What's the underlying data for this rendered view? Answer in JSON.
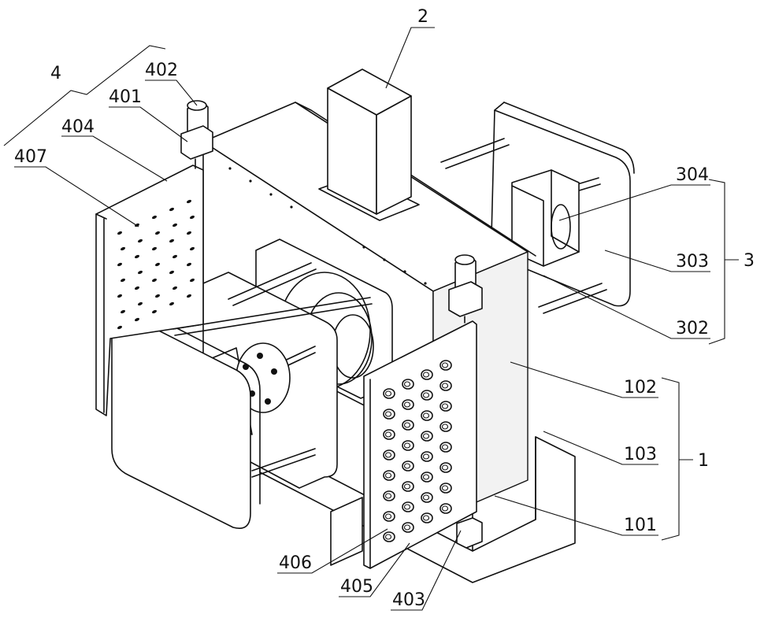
{
  "labels": {
    "l2": "2",
    "l4": "4",
    "l402": "402",
    "l401": "401",
    "l404": "404",
    "l407": "407",
    "l304": "304",
    "l303": "303",
    "l3": "3",
    "l302": "302",
    "l102": "102",
    "l103": "103",
    "l1": "1",
    "l101": "101",
    "l406": "406",
    "l405": "405",
    "l403": "403"
  }
}
